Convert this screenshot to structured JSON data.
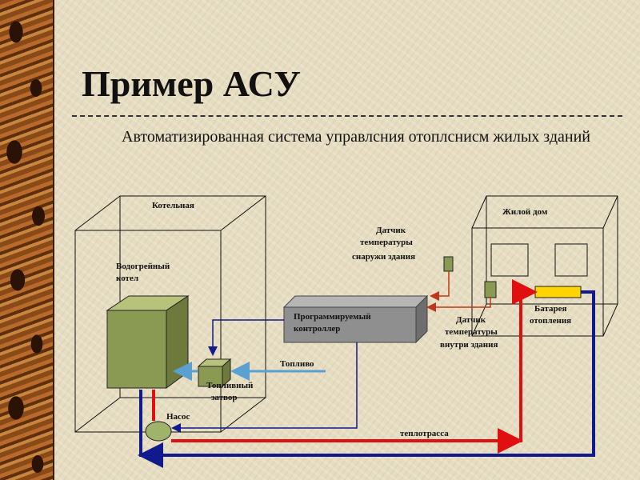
{
  "title": "Пример АСУ",
  "subtitle": "Автоматизированная система управлсния отоплснисм жилых зданий",
  "labels": {
    "boiler_room": "Котельная",
    "boiler_1": "Водогрейный",
    "boiler_2": "котел",
    "controller_1": "Программируемый",
    "controller_2": "контроллер",
    "fuel": "Топливо",
    "fuel_valve_1": "Топливный",
    "fuel_valve_2": "затвор",
    "pump": "Насос",
    "pipeline": "теплотрасса",
    "house": "Жилой дом",
    "outside_sensor_1": "Датчик",
    "outside_sensor_2": "температуры",
    "outside_sensor_3": "снаружи здания",
    "inside_sensor_1": "Датчик",
    "inside_sensor_2": "температуры",
    "inside_sensor_3": "внутри здания",
    "radiator_1": "Батарея",
    "radiator_2": "отопления"
  },
  "colors": {
    "hot_pipe": "#e01010",
    "return_pipe": "#101a8c",
    "fuel_line": "#5aa0d0",
    "signal_line": "#c0361a",
    "box_green": "#8b9a52",
    "controller": "#8f8f8f",
    "radiator": "#ffd400"
  }
}
